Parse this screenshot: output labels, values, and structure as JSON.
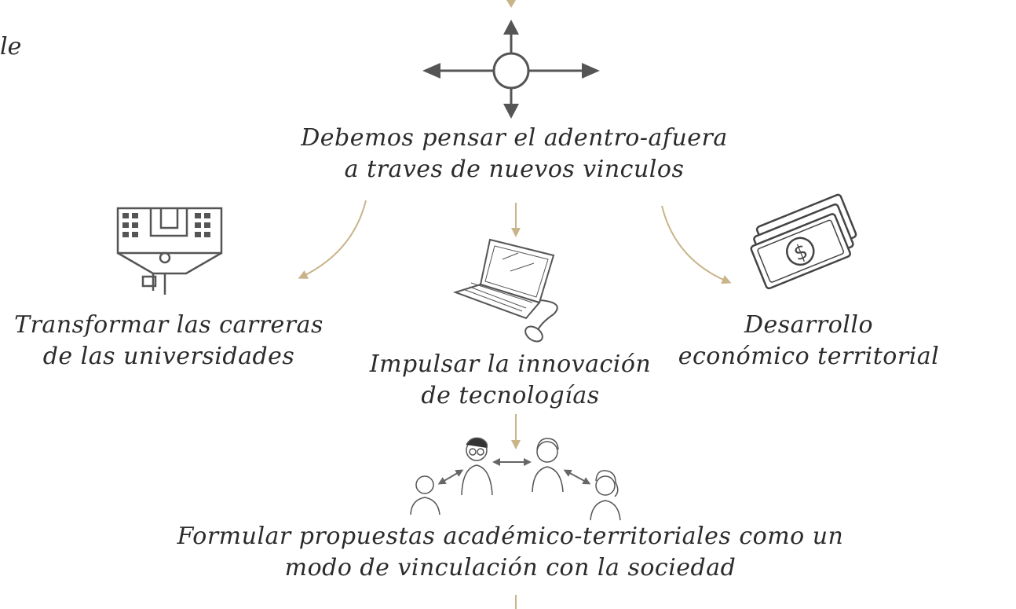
{
  "colors": {
    "ink": "#2b2b2b",
    "icon": "#555555",
    "accent": "#c9b48a"
  },
  "cut_text": "le",
  "center": {
    "line1": "Debemos pensar el adentro-afuera",
    "line2": "a traves de nuevos vinculos"
  },
  "nodes": {
    "left": {
      "line1": "Transformar las carreras",
      "line2": "de las universidades",
      "icon": "university-building-icon"
    },
    "middle": {
      "line1": "Impulsar la innovación",
      "line2": "de tecnologías",
      "icon": "laptop-icon"
    },
    "right": {
      "line1": "Desarrollo",
      "line2": "económico territorial",
      "icon": "money-icon"
    }
  },
  "bottom": {
    "line1": "Formular propuestas académico-territoriales como un",
    "line2": "modo de vinculación con la sociedad",
    "icon": "people-network-icon"
  }
}
